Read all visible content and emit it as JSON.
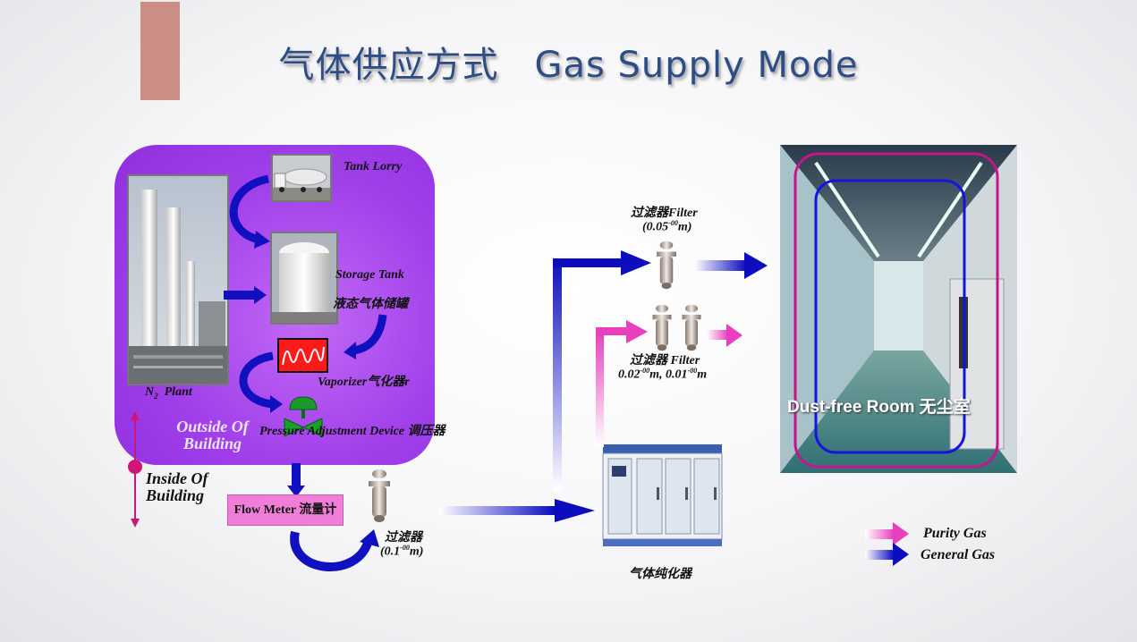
{
  "title": {
    "zh": "气体供应方式",
    "en": "Gas Supply Mode"
  },
  "labels": {
    "tank_lorry": "Tank Lorry",
    "storage_tank": "Storage Tank",
    "storage_tank_zh": "液态气体储罐",
    "vaporizer": "Vaporizer气化器r",
    "n2_plant_prefix": "N",
    "n2_plant_sub": "2",
    "n2_plant_suffix": "  Plant",
    "outside_building_1": "Outside Of",
    "outside_building_2": "Building",
    "pressure_device": "Pressure Adjustment Device 调压器",
    "inside_building_1": "Inside Of",
    "inside_building_2": "Building",
    "flow_meter": "Flow Meter 流量计",
    "filter_main": "过滤器",
    "filter_main_spec": "(0.1",
    "filter_top": "过滤器Filter",
    "filter_top_spec": "(0.05",
    "filter_mid": "过滤器 Filter",
    "filter_mid_spec_1": "0.02",
    "filter_mid_spec_mid": "m, 0.01",
    "micron_sup": "-00",
    "spec_unit": "m)",
    "spec_unit_plain": "m",
    "purifier": "气体纯化器",
    "dust_free_room": "Dust-free Room 无尘室"
  },
  "legend": {
    "purity": "Purity Gas",
    "general": "General Gas"
  },
  "colors": {
    "accent": "#cc8d87",
    "title": "#2e4d86",
    "purple": "#a140ea",
    "arrow_blue": "#1010c8",
    "arrow_pink": "#e83fbf",
    "flow_meter": "#f07ed8"
  }
}
